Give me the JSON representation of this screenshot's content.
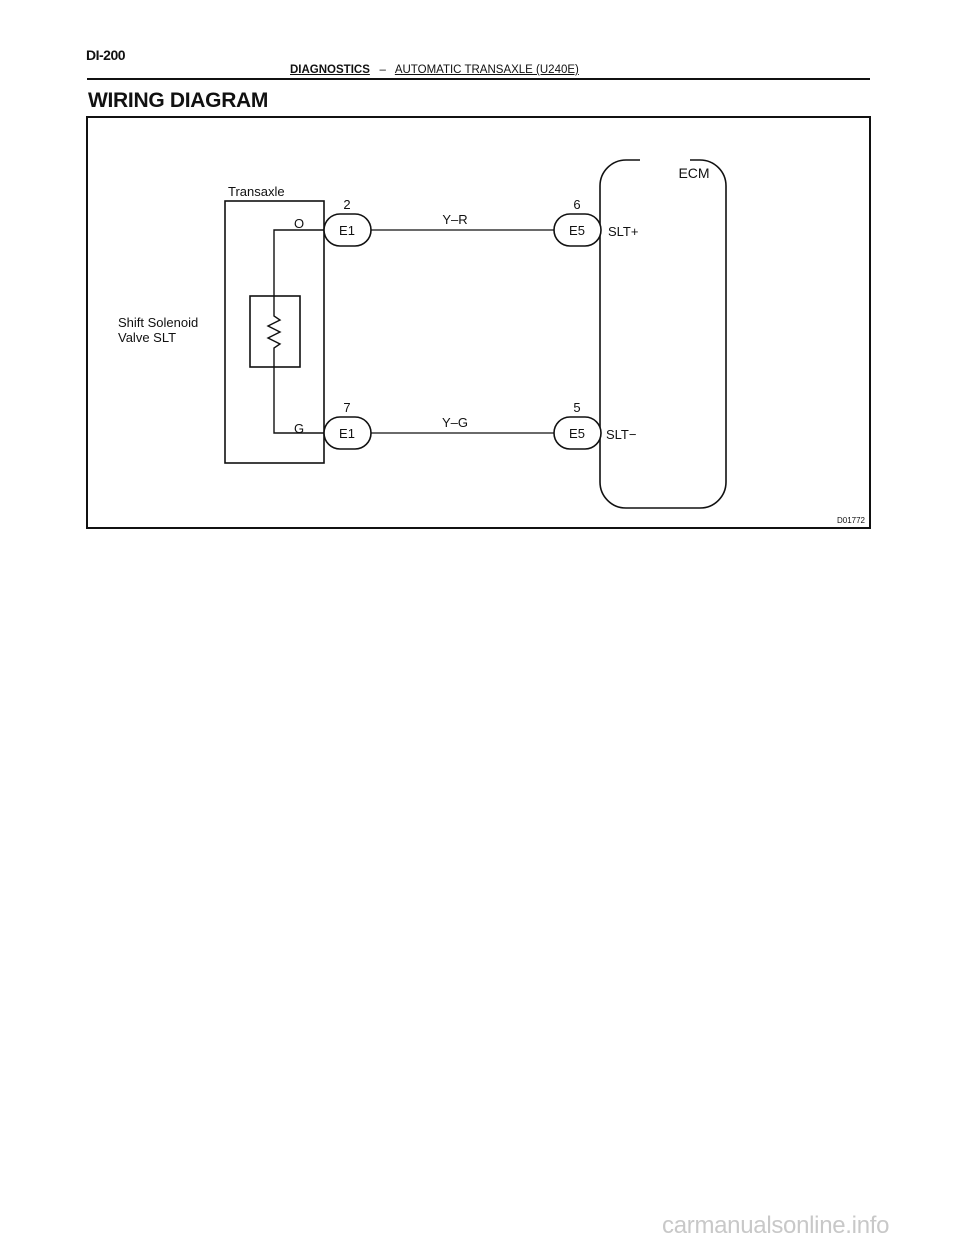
{
  "page_number": "DI-200",
  "running_head": {
    "section": "DIAGNOSTICS",
    "separator": "–",
    "subsection": "AUTOMATIC TRANSAXLE (U240E)"
  },
  "section_title": "WIRING DIAGRAM",
  "diagram": {
    "component_label": [
      "Shift Solenoid",
      "Valve SLT"
    ],
    "transaxle_label": "Transaxle",
    "ecm_label": "ECM",
    "terminals_left": {
      "top": "O",
      "bottom": "G"
    },
    "connectors": {
      "left_top": {
        "pin": "2",
        "name": "E1"
      },
      "left_bottom": {
        "pin": "7",
        "name": "E1"
      },
      "right_top": {
        "pin": "6",
        "name": "E5"
      },
      "right_bottom": {
        "pin": "5",
        "name": "E5"
      }
    },
    "wires": {
      "top": "Y–R",
      "bottom": "Y–G"
    },
    "ecm_terminals": {
      "top": "SLT+",
      "bottom": "SLT−"
    },
    "figure_id": "D01772"
  },
  "watermark": "carmanualsonline.info"
}
